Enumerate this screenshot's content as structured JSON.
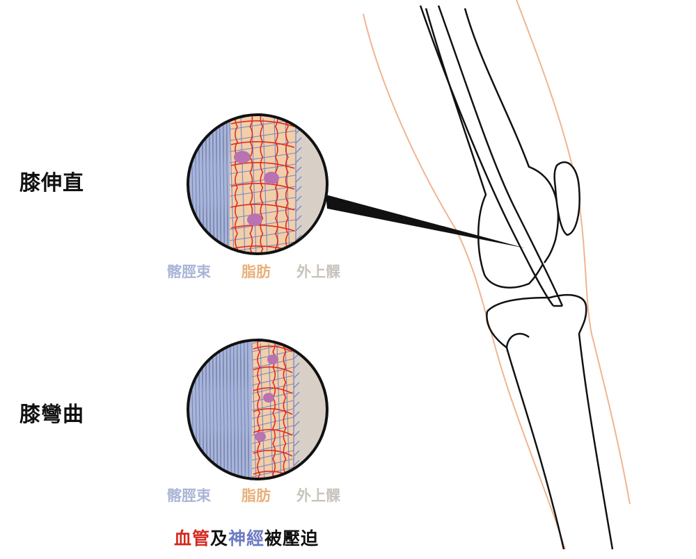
{
  "states": {
    "extended": "膝伸直",
    "flexed": "膝彎曲"
  },
  "legend": {
    "itb": "髂脛束",
    "fat": "脂肪",
    "epicondyle": "外上髁"
  },
  "caption": {
    "part1": "血管",
    "part2": "及",
    "part3": "神經",
    "part4": "被壓迫"
  },
  "colors": {
    "itb": "#a9b5d6",
    "itb_line": "#6e7fc0",
    "fat": "#f1cfa8",
    "fat_text": "#e8b07a",
    "epicondyle": "#d8d0c7",
    "epicondyle_text": "#c9c3bc",
    "vessel": "#e02b20",
    "nerve": "#7a86c8",
    "nucleus": "#b873b0",
    "skin": "#f0b490",
    "caption_red": "#d42a1f",
    "caption_blue": "#6d7bc4",
    "caption_black": "#111111"
  }
}
